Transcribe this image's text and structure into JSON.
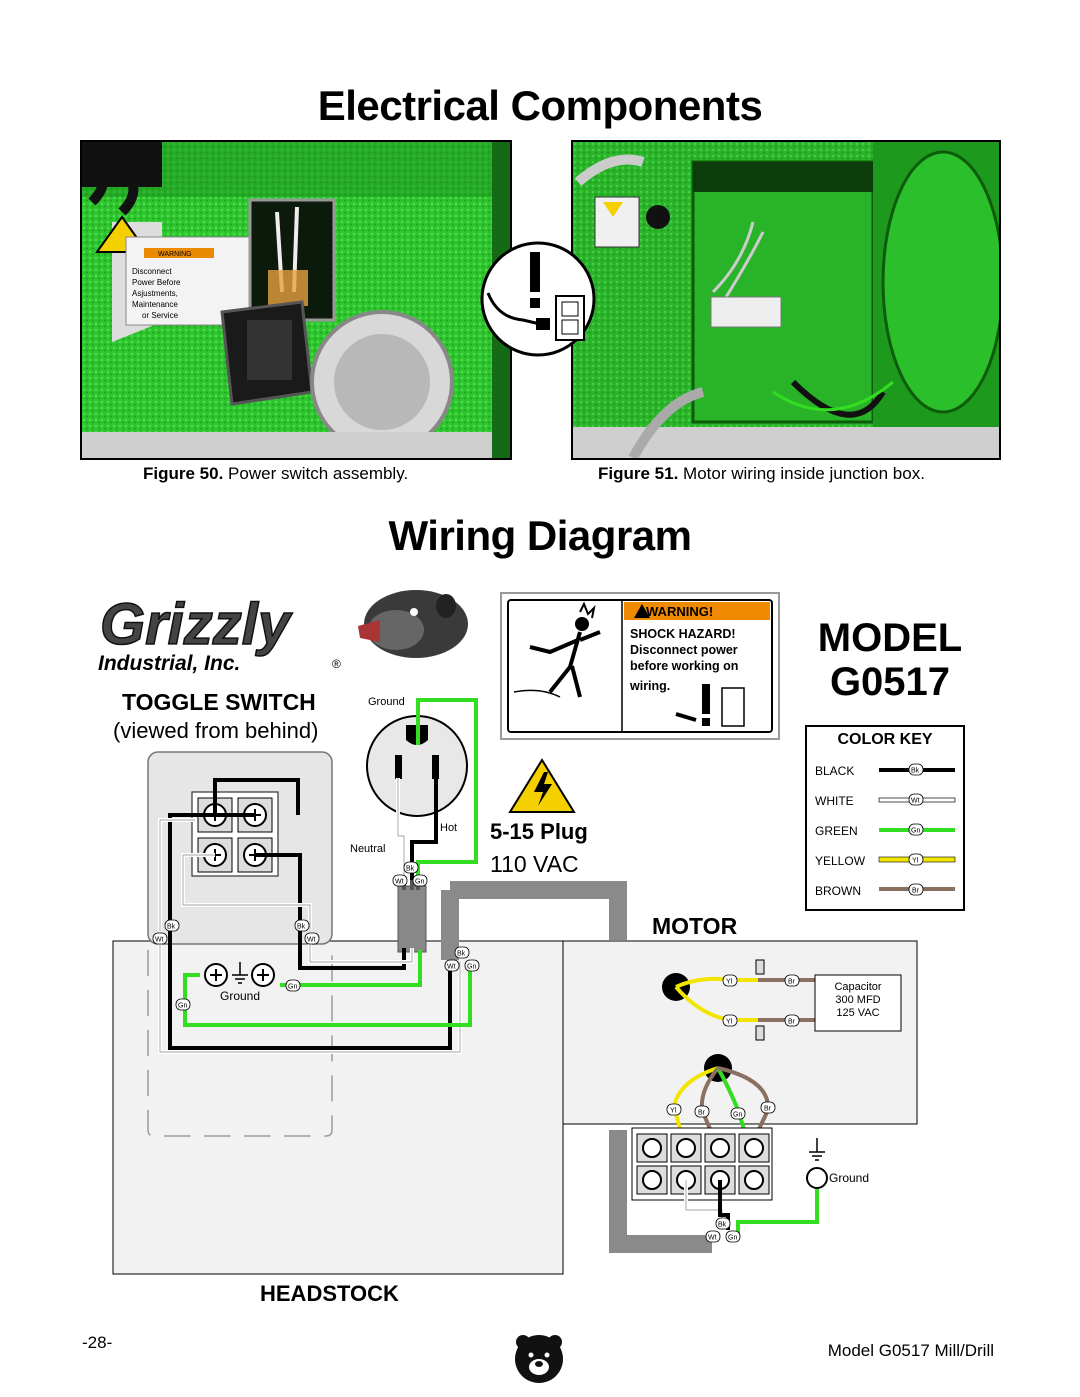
{
  "page": {
    "title": "Electrical Components",
    "subtitle": "Wiring Diagram",
    "page_number": "-28-",
    "footer": "Model G0517 Mill/Drill"
  },
  "figure50": {
    "label": "Figure 50.",
    "text": "Power switch assembly.",
    "decal_warning": "WARNING",
    "decal_lines": [
      "Disconnect",
      "Power Before",
      "Asjustments,",
      "Maintenance",
      "or Service"
    ]
  },
  "figure51": {
    "label": "Figure 51.",
    "text": "Motor wiring inside junction box."
  },
  "brand": {
    "name": "Grizzly",
    "sub": "Industrial, Inc.",
    "reg": "®"
  },
  "warning_box": {
    "header": "WARNING!",
    "line1": "SHOCK HAZARD!",
    "line2": "Disconnect power",
    "line3": "before working on",
    "line4": "wiring."
  },
  "model": {
    "label": "MODEL",
    "number": "G0517"
  },
  "toggle_switch": {
    "title": "TOGGLE SWITCH",
    "subtitle": "(viewed from behind)"
  },
  "plug": {
    "name": "5-15 Plug",
    "voltage": "110 VAC",
    "ground": "Ground",
    "hot": "Hot",
    "neutral": "Neutral"
  },
  "color_key": {
    "title": "COLOR KEY",
    "items": [
      {
        "name": "BLACK",
        "abbr": "Bk",
        "color": "#000000"
      },
      {
        "name": "WHITE",
        "abbr": "Wt",
        "color": "#ffffff"
      },
      {
        "name": "GREEN",
        "abbr": "Gn",
        "color": "#33dd22"
      },
      {
        "name": "YELLOW",
        "abbr": "Yl",
        "color": "#f2e600"
      },
      {
        "name": "BROWN",
        "abbr": "Br",
        "color": "#8a7060"
      }
    ]
  },
  "motor": {
    "title": "MOTOR",
    "capacitor_lines": [
      "Capacitor",
      "300 MFD",
      "125 VAC"
    ],
    "ground": "Ground"
  },
  "headstock": {
    "title": "HEADSTOCK",
    "ground": "Ground"
  },
  "wire_tags": {
    "bk": "Bk",
    "wt": "Wt",
    "gn": "Gn",
    "yl": "Yl",
    "br": "Br"
  }
}
